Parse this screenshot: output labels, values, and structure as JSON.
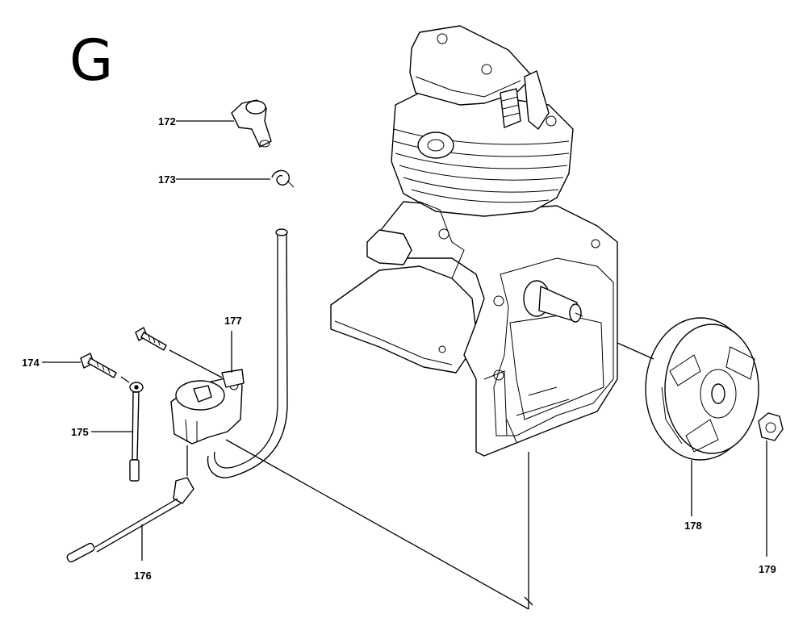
{
  "section_letter": "G",
  "callouts": [
    {
      "id": "172",
      "label": "172"
    },
    {
      "id": "173",
      "label": "173"
    },
    {
      "id": "174",
      "label": "174"
    },
    {
      "id": "175",
      "label": "175"
    },
    {
      "id": "176",
      "label": "176"
    },
    {
      "id": "177",
      "label": "177"
    },
    {
      "id": "178",
      "label": "178"
    },
    {
      "id": "179",
      "label": "179"
    }
  ]
}
